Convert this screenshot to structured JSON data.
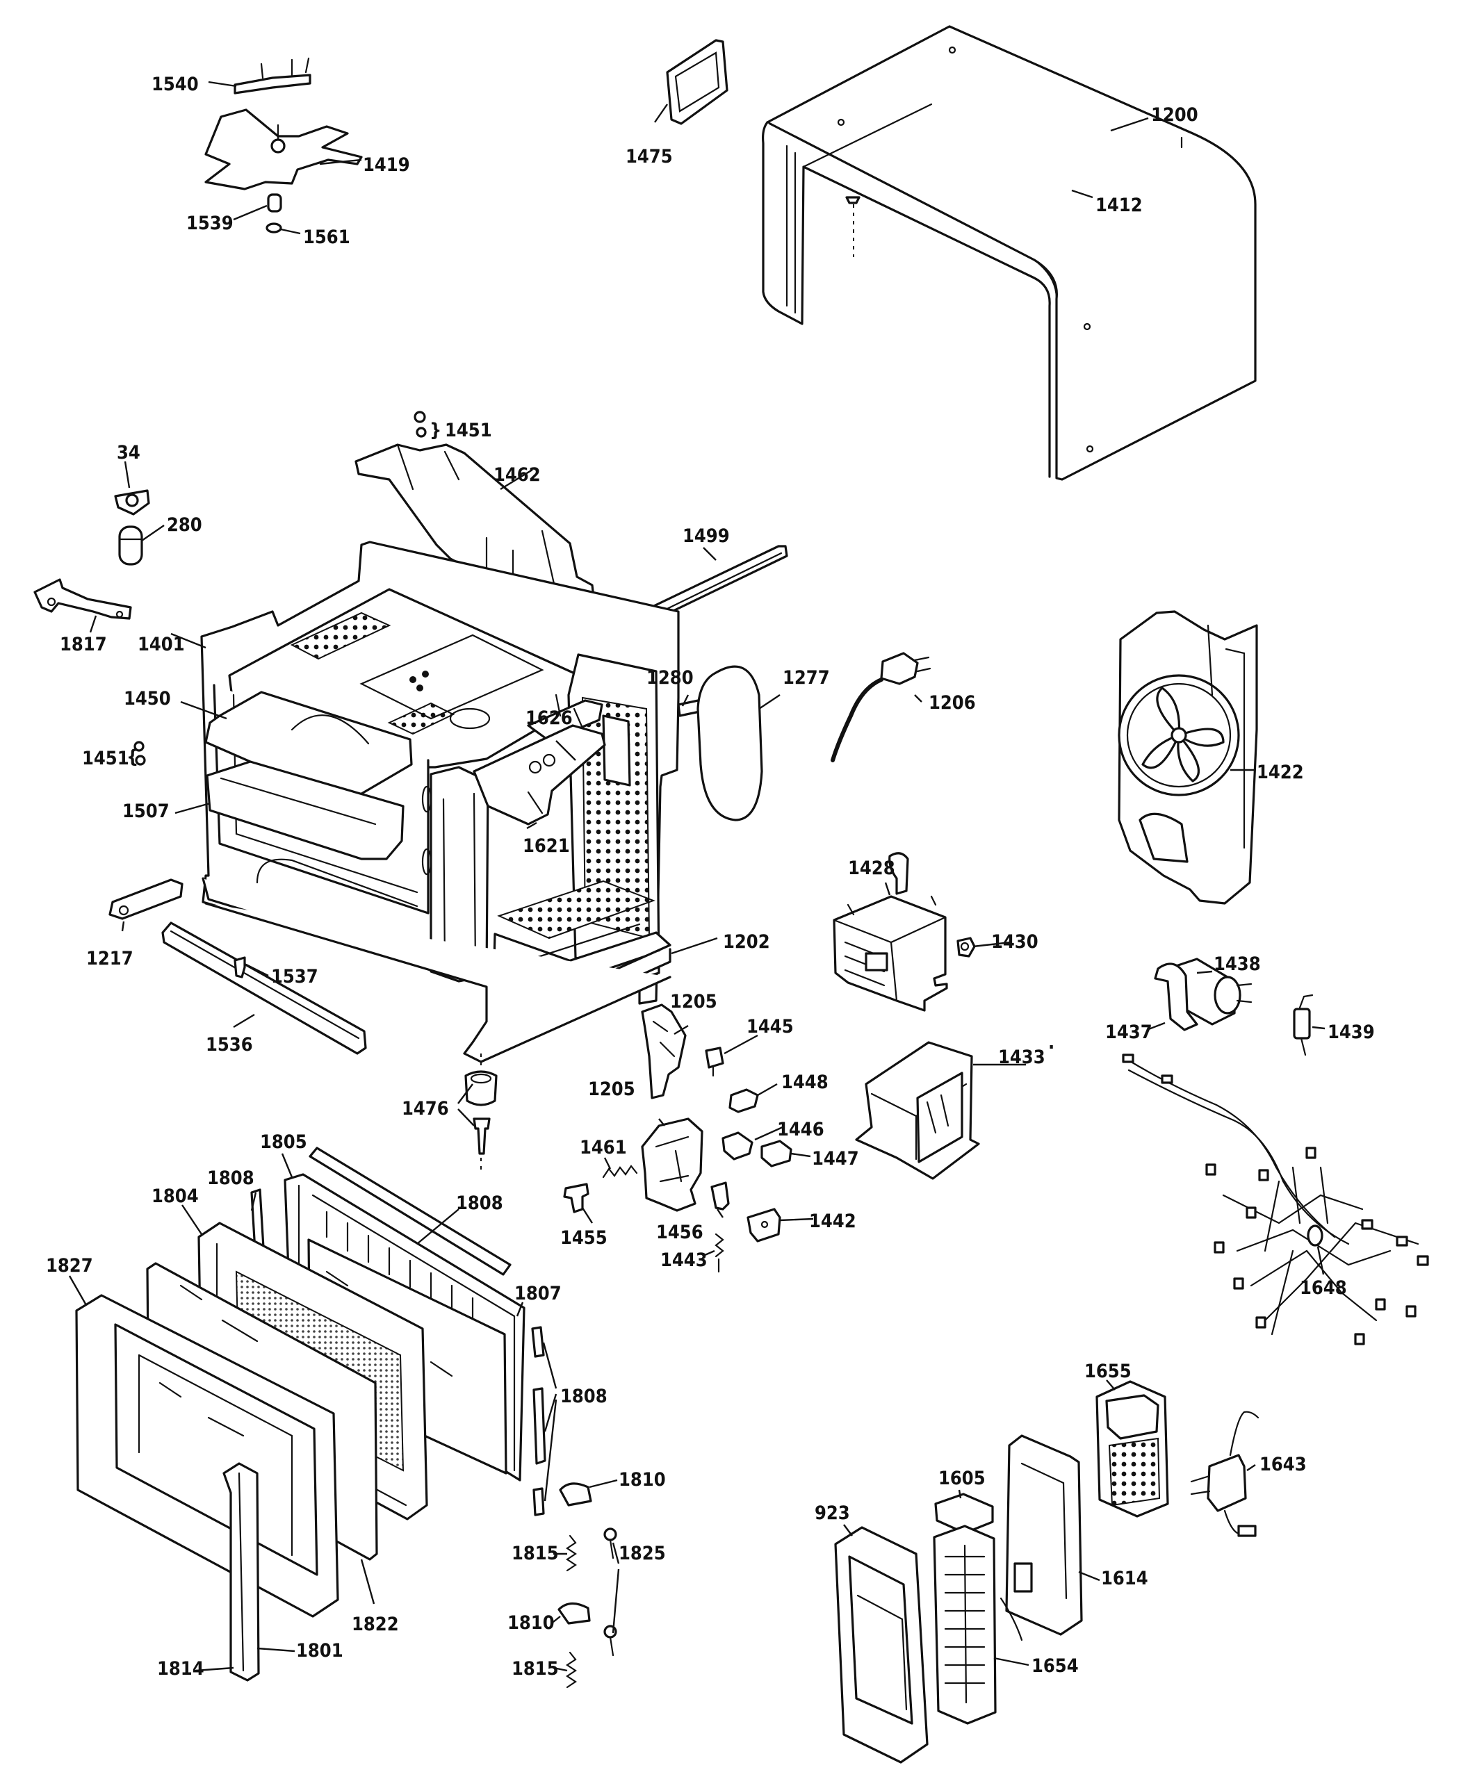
{
  "labels": {
    "p1540": "1540",
    "p1419": "1419",
    "p1539": "1539",
    "p1561": "1561",
    "p1475": "1475",
    "p1200": "1200",
    "p1412": "1412",
    "p1451a": "1451",
    "p1462": "1462",
    "p34": "34",
    "p280": "280",
    "p1499": "1499",
    "p1817": "1817",
    "p1401": "1401",
    "p1280": "1280",
    "p1277": "1277",
    "p1206": "1206",
    "p1450": "1450",
    "p1626": "1626",
    "p1451b": "1451",
    "p1507": "1507",
    "p1621": "1621",
    "p1422": "1422",
    "p1428": "1428",
    "p1217": "1217",
    "p1537": "1537",
    "p1202": "1202",
    "p1430": "1430",
    "p1438": "1438",
    "p1536": "1536",
    "p1205a": "1205",
    "p1445": "1445",
    "p1437": "1437",
    "p1439": "1439",
    "p1433": "1433",
    "p1476": "1476",
    "p1205b": "1205",
    "p1448": "1448",
    "p1461": "1461",
    "p1446": "1446",
    "p1447": "1447",
    "p1805": "1805",
    "p1808a": "1808",
    "p1808b": "1808",
    "p1804": "1804",
    "p1455": "1455",
    "p1456": "1456",
    "p1442": "1442",
    "p1443": "1443",
    "p1827": "1827",
    "p1807": "1807",
    "p1648": "1648",
    "p1808c": "1808",
    "p1655": "1655",
    "p1643": "1643",
    "p1810a": "1810",
    "p1605": "1605",
    "p923": "923",
    "p1825": "1825",
    "p1815a": "1815",
    "p1614": "1614",
    "p1814": "1814",
    "p1822": "1822",
    "p1810b": "1810",
    "p1801": "1801",
    "p1815b": "1815",
    "p1654": "1654"
  }
}
